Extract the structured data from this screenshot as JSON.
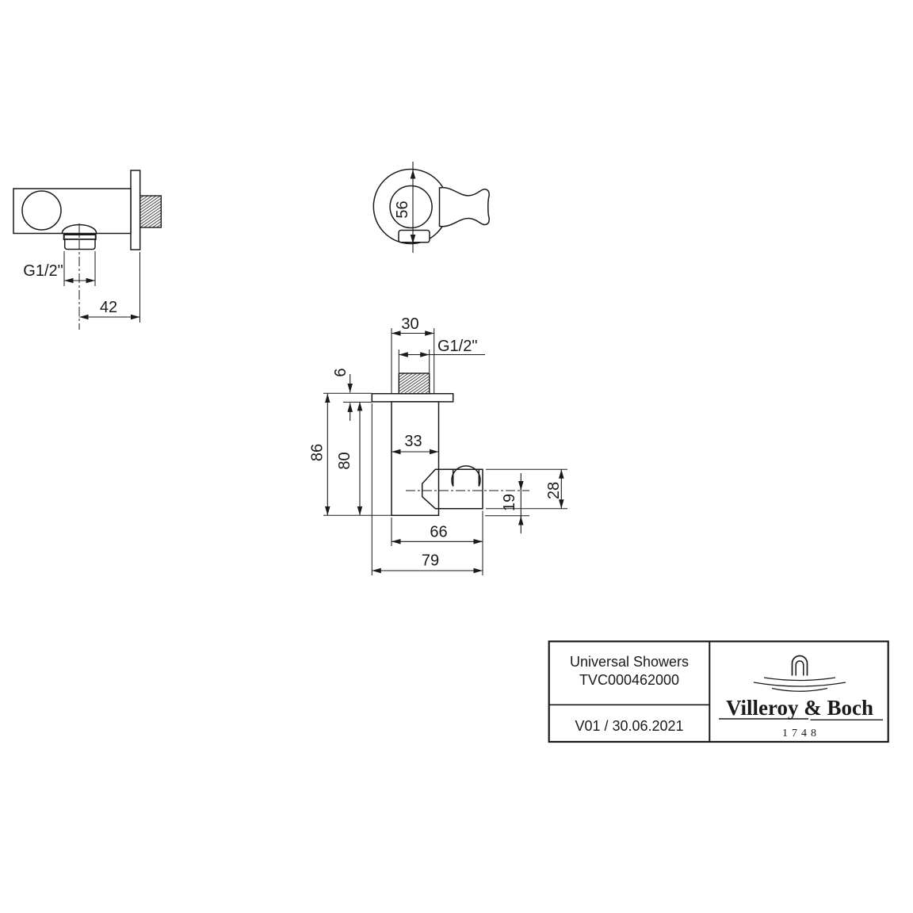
{
  "views": {
    "side_view": {
      "thread_label": "G1/2\"",
      "width_42": "42"
    },
    "front_view": {
      "diameter_56": "56"
    },
    "section_view": {
      "width_30": "30",
      "thread_label": "G1/2\"",
      "flange_thickness_6": "6",
      "height_86": "86",
      "height_80": "80",
      "width_33": "33",
      "offset_19": "19",
      "holder_height_28": "28",
      "width_66": "66",
      "width_79": "79"
    }
  },
  "title_block": {
    "product_line": "Universal Showers",
    "article_number": "TVC000462000",
    "version_date": "V01 / 30.06.2021",
    "brand_name": "Villeroy & Boch",
    "brand_year": "1748",
    "logo_icon": "villeroy-boch-faucet-ripples-icon"
  },
  "colors": {
    "line": "#1a1a1a",
    "background": "#ffffff"
  }
}
